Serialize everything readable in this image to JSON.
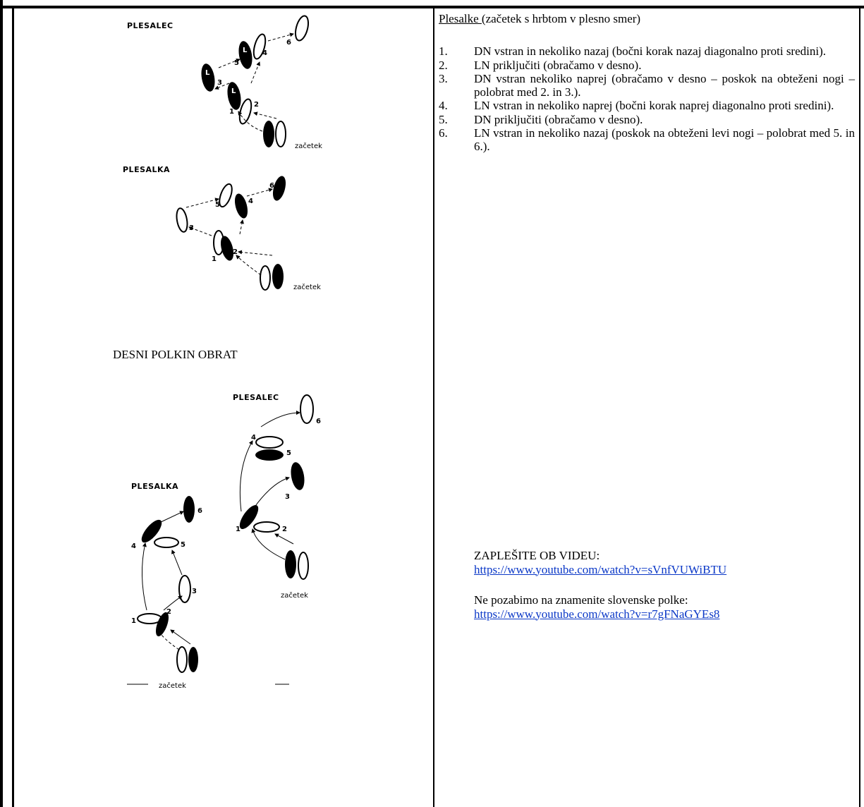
{
  "right": {
    "heading_underlined": "Plesalke ",
    "heading_rest": "(začetek s hrbtom v plesno smer)",
    "steps": [
      {
        "num": "1.",
        "text": "DN vstran in nekoliko nazaj (bočni korak nazaj diagonalno proti sredini)."
      },
      {
        "num": "2.",
        "text": "LN priključiti (obračamo v desno)."
      },
      {
        "num": "3.",
        "text": "DN vstran nekoliko naprej (obračamo v desno – poskok na obteženi nogi – polobrat med 2. in 3.)."
      },
      {
        "num": "4.",
        "text": "LN vstran in nekoliko naprej (bočni korak naprej diagonalno proti sredini)."
      },
      {
        "num": "5.",
        "text": "DN priključiti (obračamo v desno)."
      },
      {
        "num": "6.",
        "text": "LN vstran in nekoliko nazaj (poskok na obteženi levi nogi – polobrat med 5. in 6.)."
      }
    ],
    "video_label": "ZAPLEŠITE OB VIDEU:",
    "video_link_1": "https://www.youtube.com/watch?v=sVnfVUWiBTU",
    "polke_label": "Ne pozabimo na znamenite slovenske polke:",
    "video_link_2": "https://www.youtube.com/watch?v=r7gFNaGYEs8"
  },
  "left": {
    "diagram1": {
      "title": "PLESALEC",
      "start": "začetek"
    },
    "diagram2": {
      "title": "PLESALKA",
      "start": "začetek"
    },
    "section_title": "DESNI POLKIN OBRAT",
    "diagram3": {
      "man_title": "PLESALEC",
      "woman_title": "PLESALKA",
      "man_start": "začetek",
      "woman_start": "začetek"
    },
    "step_numbers": [
      "1",
      "2",
      "3",
      "4",
      "5",
      "6"
    ],
    "foot_letter": "L"
  },
  "colors": {
    "link": "#0b38c7",
    "ink": "#000000"
  }
}
